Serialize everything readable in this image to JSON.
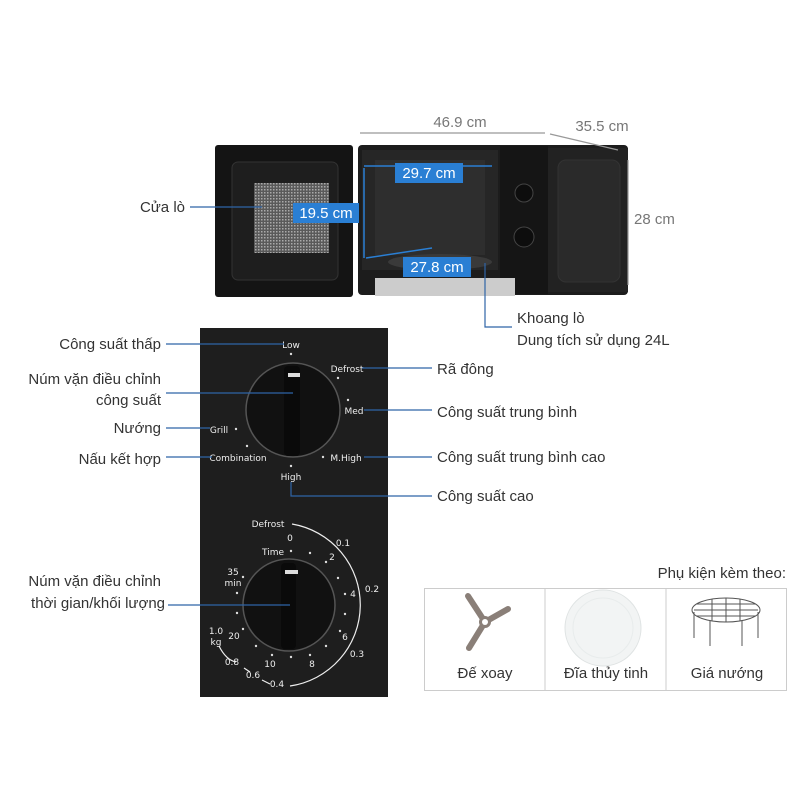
{
  "dimensions": {
    "width": "46.9 cm",
    "depth": "35.5 cm",
    "height": "28 cm",
    "cavity_width": "29.7 cm",
    "cavity_height": "19.5 cm",
    "cavity_depth": "27.8 cm"
  },
  "callouts": {
    "door": "Cửa lò",
    "cavity_title": "Khoang lò",
    "cavity_capacity": "Dung tích sử dụng 24L"
  },
  "power_knob": {
    "labels_left": {
      "low": "Công suất thấp",
      "knob_line1": "Núm vặn điều chỉnh",
      "knob_line2": "công suất",
      "grill": "Nướng",
      "combination": "Nấu kết hợp"
    },
    "labels_right": {
      "defrost": "Rã đông",
      "med": "Công suất trung bình",
      "mhigh": "Công suất trung bình cao",
      "high": "Công suất cao"
    },
    "dial": {
      "low": "Low",
      "defrost": "Defrost",
      "med": "Med",
      "grill": "Grill",
      "combination": "Combination",
      "mhigh": "M.High",
      "high": "High"
    }
  },
  "timer_knob": {
    "label_line1": "Núm vặn điều chỉnh",
    "label_line2": "thời gian/khối lượng",
    "dial": {
      "defrost": "Defrost",
      "zero": "0",
      "time": "Time",
      "w01": "0.1",
      "t2": "2",
      "w02": "0.2",
      "t4": "4",
      "t35": "35",
      "min": "min",
      "t6": "6",
      "t20": "20",
      "w10": "1.0",
      "kg": "kg",
      "w03": "0.3",
      "t10": "10",
      "t8": "8",
      "w08": "0.8",
      "w06": "0.6",
      "w04": "0.4"
    }
  },
  "accessories": {
    "title": "Phụ kiện kèm theo:",
    "items": [
      {
        "label": "Đế xoay",
        "icon": "turntable-support-icon"
      },
      {
        "label": "Đĩa thủy tinh",
        "icon": "glass-plate-icon"
      },
      {
        "label": "Giá nướng",
        "icon": "grill-rack-icon"
      }
    ]
  },
  "colors": {
    "accent": "#2a7fd4",
    "leader": "#2f64a6"
  }
}
